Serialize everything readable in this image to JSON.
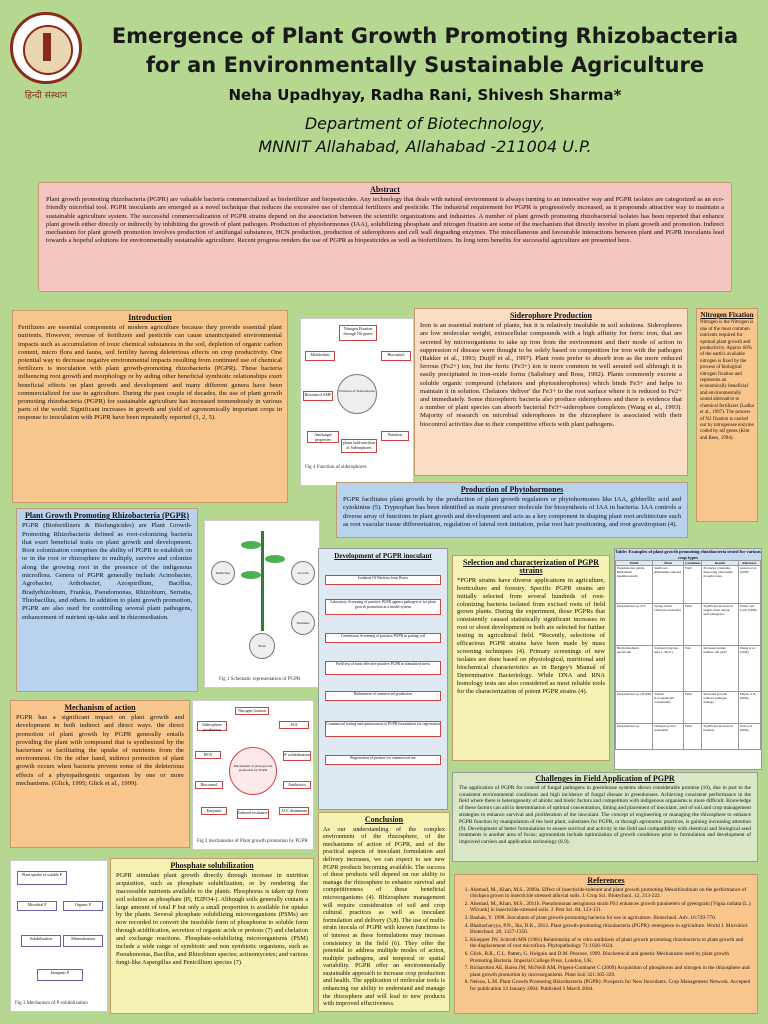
{
  "header": {
    "logo_text": "हिन्दी संस्थान",
    "title": "Emergence of Plant Growth Promoting Rhizobacteria for an Environmentally Sustainable Agriculture",
    "authors": "Neha Upadhyay, Radha Rani, Shivesh Sharma*",
    "dept_line1": "Department of Biotechnology,",
    "dept_line2": "MNNIT Allahabad, Allahabad -211004 U.P."
  },
  "abstract": {
    "heading": "Abstract",
    "text": "Plant growth promoting rhizobacteria (PGPR) are valuable bacteria commercialized as biofertilizer and biopesticides. Any technology that deals with natural environment is always turning to an innovative way and PGPR isolates are categorized as an eco-friendly microbial tool. PGPR inoculants are emerged as a novel technique that reduces the excessive use of chemical fertilizers and pesticide. The industrial requirement for PGPR is progressively increased, as it propounds attractive way to maintain a sustainable agriculture system. The successful commercialization of PGPR strains depend on the association between the scientific organizations and industries. A number of plant growth promoting rhizobacterial isolates has been reported that enhance plant growth either directly or indirectly by inhibiting the growth of plant pathogen. Production of phytohormones (IAA), solubilizing phosphate and nitrogen fixation are some of the mechanism that directly involve in plant growth and promotion. Indirect mechanism for plant growth promotion involves production of antifungal substances, HCN production, production of siderophores and cell wall degrading enzymes. The miscellaneous and favourable interactions between plant and PGPR inoculants lead towards a hopeful solutions for environmentally sustainable agriculture. Recent progress renders the use of PGPR as biopesticides as well as biofertilizers. Its long term benefits for successful agriculture are presented here."
  },
  "introduction": {
    "heading": "Introduction",
    "text": "Fertilizers are essential components of modern agriculture because they provide essential plant nutrients. However, overuse of fertilizers and pesticide can cause unanticipated environmental impacts such as accumulation of toxic chemical substances in the soil, depletion of organic carbon content, micro flora and fauna, soil fertility having deleterious effects on crop productivity. One potential way to decrease negative environmental impacts resulting from continued use of chemical fertilizers is inoculation with plant growth-promoting rhizobacteria (PGPR). These bacteria influencing root growth and morphology or by aiding other beneficial symbiotic relationships exert beneficial effects on plant growth and development and many different genera have been commercialized for use in agriculture. During the past couple of decades, the use of plant growth promoting rhizobacteria (PGPR) for sustainable agriculture has increased tremendously in various parts of the world. Significant increases in growth and yield of agronomically important crops in response to inoculation with PGPR have been repeatedly reported (1, 2, 5)."
  },
  "siderophore": {
    "heading": "Siderophore Production",
    "caption": "Fig 4 Function of siderophores",
    "center": "Function of Siderophores",
    "nodes": [
      "Nitrogen Fixation through Nif genes",
      "Metabolism",
      "Biocontrol",
      "Biocontrol AMF",
      "Antifungal properties",
      "Nutrition",
      "plants hold nutrition of Siderophores"
    ],
    "text": "Iron is an essential nutrient of plants, but it is relatively insoluble in soil solutions. Siderophores are low molecular weight, extracellular compounds with a high affinity for ferric iron, that are secreted by microorganisms to take up iron from the environment and their mode of action in suppression of disease were thought to be solely based on competition for iron with the pathogen (Bakker et al., 1993; Duijff et al., 1997). Plant roots prefer to absorb iron as the more reduced ferrous (Fe2+) ion, but the ferric (Fe3+) ion is more common in well aerated soil although it is easily precipitated in iron-oxide forms (Salisbury and Ross, 1992). Plants commonly excrete a soluble organic compound (chelators and phytosiderophores) which binds Fe3+ and helps to maintain it in solution. Chelators 'deliver' the Fe3+ to the root surface where it is reduced to Fe2+ and immediately. Some rhizospheric bacteria also produce siderophores and there is evidence that a number of plant species can absorb bacterial Fe3+-siderophore complexes (Wang et al., 1993). Majority of research on microbial siderophores in the rhizosphere is associated with their biocontrol activities due to their competitive effects with plant pathogens."
  },
  "nitrogen": {
    "heading": "Nitrogen Fixation",
    "text": "Nitrogen is the Nitrogen is one of the most common nutrients required for optimal plant growth and productivity. Approx 60% of the earth's available nitrogen is fixed by the process of biological nitrogen fixation and represents an economically beneficial and environmentally sound alternative to chemical fertilizers (Ladha et al., 1997). The process of N2 fixation is carried out by nitrogenase enzyme coded by nif genes (Kim and Rees, 1994)."
  },
  "phyto": {
    "heading": "Production of Phytohormones",
    "text": "PGPR facilitates plant growth by the production of plant growth regulators or phytohormones like IAA, gibberllic acid and cytokinins (5). Tryptophan has been identified as main precursor molecule for biosynthesis of IAA in bacteria. IAA controls a diverse array of functions in plant growth and development and acts as a key component in shaping plant root architecture such as root vascular tissue differentiation, regulation of lateral root initiation, polar root hair positioning, and root gravitropism (4)."
  },
  "pgpr": {
    "heading": "Plant Growth Promoting Rhizobacteria (PGPR)",
    "text": "PGPR (Biofertilizers & Biofungicides) are Plant Growth-Promoting Rhizobacteria defined as root-colonizing bacteria that exert beneficial traits on plant growth and development. Root colonization comprises the ability of PGPR to establish on or in the root or rhizosphere to multiply, survive and colonize along the growing root in the presence of the indigenous microflora. Genera of PGPR generally include Acinobacter, Agrobacter, Arthobacter, Azospirillum, Bacillus, Bradyrhizobium, Frankia, Pseudomonas, Rhizobium, Serratia, Thiobacillus, and others. In addition to plant growth promotion, PGPR are also used for controlling several plant pathogens, enhancement of nutrient up-take and in rhizomediation."
  },
  "fig1": {
    "caption": "Fig 1 Schematic representation of PGPR",
    "labels": [
      "Medicines",
      "Plant",
      "Growth",
      "Nutrients"
    ]
  },
  "development": {
    "heading": "Development of PGPR inoculant",
    "steps": [
      "Isolation Of Bacteria from Roots",
      "Laboratory Screening of putative PGPR against pathogen or for plant growth promotion in a model system",
      "Greenhouse Screening of putative PGPR in potting soil",
      "Field test of most effective putative PGPR in stimulated stress",
      "Refinement of commercial production",
      "Commercial testing and optimization of PGPR formulation for registration",
      "Registration of product for commercial use"
    ]
  },
  "selection": {
    "heading": "Selection and characterization of PGPR strains",
    "text": "*PGPR strains have diverse applications in agriculture, horticulture and forestry. Specific PGPR strains are initially selected from several hundreds of root-colonizing bacteria isolated from excised roots of field grown plants. During the experiment, those PGPRs that consistently caused statistically significant increases in root or shoot development or both are selected for further testing in agricultural field. *Recently, selections of efficacious PGPR strains have been made by mass screening techniques (4). Primary screenings of new isolates are done based on physiological, nutritional and biochemical characteristics as in Bergey's Manual of Determinative Bacteriology. While DNA and RNA homology tests are also considered as most reliable tools for the characterization of potent PGPR strains (4)."
  },
  "table": {
    "title": "Table: Examples of plant growth promoting rhizobacteria tested for various crop types",
    "columns": [
      "PGPR",
      "Plant",
      "Conditions",
      "Results",
      "Reference"
    ],
    "rows": [
      [
        "Pseudomonas putida, Rhizobium leguminosarum",
        "Sunflower (Helianthus annuus)",
        "Field",
        "Produced cytokinins, improving yield under drought stress",
        "Antoun et al. (1998)"
      ],
      [
        "Pseudomonas sp. P75",
        "Spring wheat (Triticum aestivum)",
        "Field",
        "Significant increase in length, tuber output, seed emergence",
        "Weller and Cook (1986)"
      ],
      [
        "Bradyrhizobium japonicum",
        "Soybean (Glycine max L. Merr.)",
        "Pots",
        "Increased nodule number and yield",
        "Zhang et al. (1996)"
      ],
      [
        "Pseudomonas sp. (PGPR)",
        "Tomato (Lycopersicum esculentum)",
        "Field",
        "Increased growth; reduced pathogen damage",
        "Mayak et al. (2004)"
      ],
      [
        "Pseudomonas sp.",
        "Chickpea (Cicer arietinum)",
        "Field",
        "Significant increase in biomass",
        "Gull et al. (2004)"
      ]
    ]
  },
  "mechanism": {
    "heading": "Mechanism of action",
    "text": "PGPR has a significant impact on plant growth and development in both indirect and direct ways. the direct promotion of plant growth by PGPR generally entails providing the plant with compound that is synthesized by the bacterium or facilitating the uptake of nutrients from the environment. On the other hand, indirect promotion of plant growth occurs when bacteria prevent some of the deleterious effects of a phytopathogenic organism by one or more mechanisms. (Glick, 1995; Glick et al., 1999).",
    "fig_caption": "Fig 2 mechanisms of Plant growth promotion by PGPR",
    "center": "Mechanism of plant growth promotion by PGPR",
    "nodes": [
      "Nitrogen fixation",
      "Siderophore production",
      "IAA",
      "HCN",
      "P. solubilization",
      "Biocontrol",
      "Antibiotics",
      "Enzymes",
      "Induced resistance",
      "ACC deaminase"
    ]
  },
  "challenges": {
    "heading": "Challenges in Field Application of PGPR",
    "text": "The application of PGPR for control of fungal pathogens in greenhouse systems shows considerable promise (10), due in part to the consistent environmental conditions and high incidence of fungal disease in greenhouses. Achieving consistent performance in the field where there is heterogeneity of abiotic and biotic factors and competition with indigenous organisms is more difficult. Knowledge of these factors can aid in determination of optimal concentration, timing and placement of inoculant, and of soil and crop management strategies to enhance survival and proliferation of the inoculant. The concept of engineering or managing the rhizosphere to enhance PGPR function by manipulation of the host plant, substrates for PGPR, or through agronomic practices, is gaining increasing attention (9). Development of better formulations to ensure survival and activity in the field and compatibility with chemical and biological seed treatments is another area of focus; agronomists include optimization of growth conditions prior to formulation and development of improved carriers and application technology (8,9)."
  },
  "phosphate": {
    "heading": "Phosphate solubilization",
    "text": "PGPR stimulate plant growth directly through increase in nutrition acquisition, such as phosphate solubilization, or by rendering the inaccessible nutrients available to the plants. Phosphorus is taken up from soil solution as phosphate (Pi, H2PO4-). Although soils generally contain a large amount of total P but only a small proportion is available for uptake by the plants. Several phosphate solubilizing microorganisms (PSMs) are now recorded to convert the insoluble form of phosphorus to soluble form through acidification, secretion of organic acids or protons (7) and chelation and exchange reactions. Phosphate-solubilizing microorganisms (PSM) include a wide range of symbiotic and non symbiotic organisms, such as Pseudomonas, Bacillus, and Rhizobium species; actinomycetes; and various fungi-like Aspergillus and Penicillium species (7).",
    "fig_caption": "Fig 3 Mechanism of P solubilization",
    "nodes": [
      "Plant uptake of soluble P",
      "Microbial P",
      "Organic P",
      "Solubilization",
      "Mineralization",
      "Inorganic P"
    ]
  },
  "conclusion": {
    "heading": "Conclusion",
    "text": "As our understanding of the complex environment of the rhizosphere, of the mechanisms of action of PGPR, and of the practical aspects of inoculant formulation and delivery increases, we can expect to see new PGPR products becoming available. The success of these products will depend on our ability to manage the rhizosphere to enhance survival and competitiveness of these beneficial microorganisms (4). Rhizosphere management will require consideration of soil and crop cultural practices as well as inoculant formulation and delivery (3,8). The use of multi-strain inocula of PGPR with known functions is of interest as these formulations may increase consistency in the field (6). They offer the potential to address multiple modes of action, multiple pathogens, and temporal or spatial variability. PGPR offer an environmentally sustainable approach to increase crop production and health. The application of molecular tools is enhancing our ability to understand and manage the rhizosphere and will lead to new products with improved effectiveness."
  },
  "references": {
    "heading": "References",
    "items": [
      "Ahemad, M., Khan, M.S., 2009a. Effect of insecticide-tolerant and plant growth promoting Mesorhizobium on the performance of chickpea grown in insecticide stressed alluvial soils. J. Crop Sci. Biotechnol. 12, 213-222.",
      "Ahemad, M., Khan, M.S., 2011b. Pseudomonas aeruginosa strain PS1 enhances growth parameters of greengram [Vigna radiata (L.) Wilczek] in insecticide-stressed soils. J. Pest Sci. 84, 123-131.",
      "Bashan, Y. 1998. Inoculants of plant growth-promoting bacteria for use in agriculture. Biotechnol. Adv. 16:729-770.",
      "Bhattacharyya, P.N., Jha, D.K., 2012. Plant growth-promoting rhizobacteria (PGPR): emergence in agriculture. World J. Microbiol. Biotechnol. 28, 1327-1350.",
      "Kloepper JW, Schroth MN (1981) Relationship of in vitro antibiosis of plant growth promoting rhizobacteria to plant growth and the displacement of root microflora. Phytopathology 71:1020-1024.",
      "Glick, B.R., C.L. Patten, G. Holguin and D.M. Penrose, 1999. Biochemical and genetic Mechanisms used by plant growth Promoting Bacteria. Imperial College Press, London, UK.",
      "Richardson AE, Barea JM, McNeill AM, Prigent-Combaret C (2009) Acquisition of phosphorus and nitrogen in the rhizosphere and plant growth promotion by microorganisms. Plant Soil 321:305-339.",
      "Nelson, L.M. Plant Growth Promoting Rhizobacteria (PGPR): Prospects for New Inoculants. Crop Management Network. Accepted for publication 14 January 2004. Published 3 March 2004."
    ]
  }
}
